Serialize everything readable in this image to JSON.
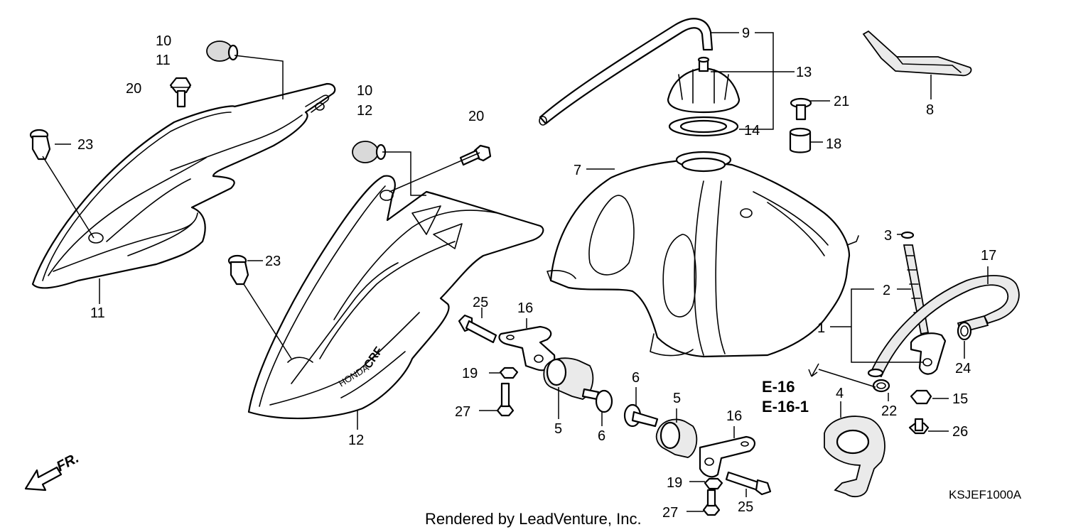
{
  "callouts": {
    "c10a": "10",
    "c11a": "11",
    "c20a": "20",
    "c23a": "23",
    "c11b": "11",
    "c10b": "10",
    "c12a": "12",
    "c20b": "20",
    "c23b": "23",
    "c12b": "12",
    "c9": "9",
    "c13": "13",
    "c21": "21",
    "c14": "14",
    "c18": "18",
    "c7": "7",
    "c8": "8",
    "c3": "3",
    "c17": "17",
    "c2": "2",
    "c1": "1",
    "c25a": "25",
    "c16a": "16",
    "c19a": "19",
    "c27a": "27",
    "c5a": "5",
    "c6a": "6",
    "c6b": "6",
    "c5b": "5",
    "c16b": "16",
    "c19b": "19",
    "c25b": "25",
    "c27b": "27",
    "c4": "4",
    "c22": "22",
    "c24": "24",
    "c15": "15",
    "c26": "26"
  },
  "references": {
    "ref1": "E-16",
    "ref2": "E-16-1"
  },
  "direction_label": "FR.",
  "diagram_code": "KSJEF1000A",
  "credit": "Rendered by LeadVenture, Inc."
}
